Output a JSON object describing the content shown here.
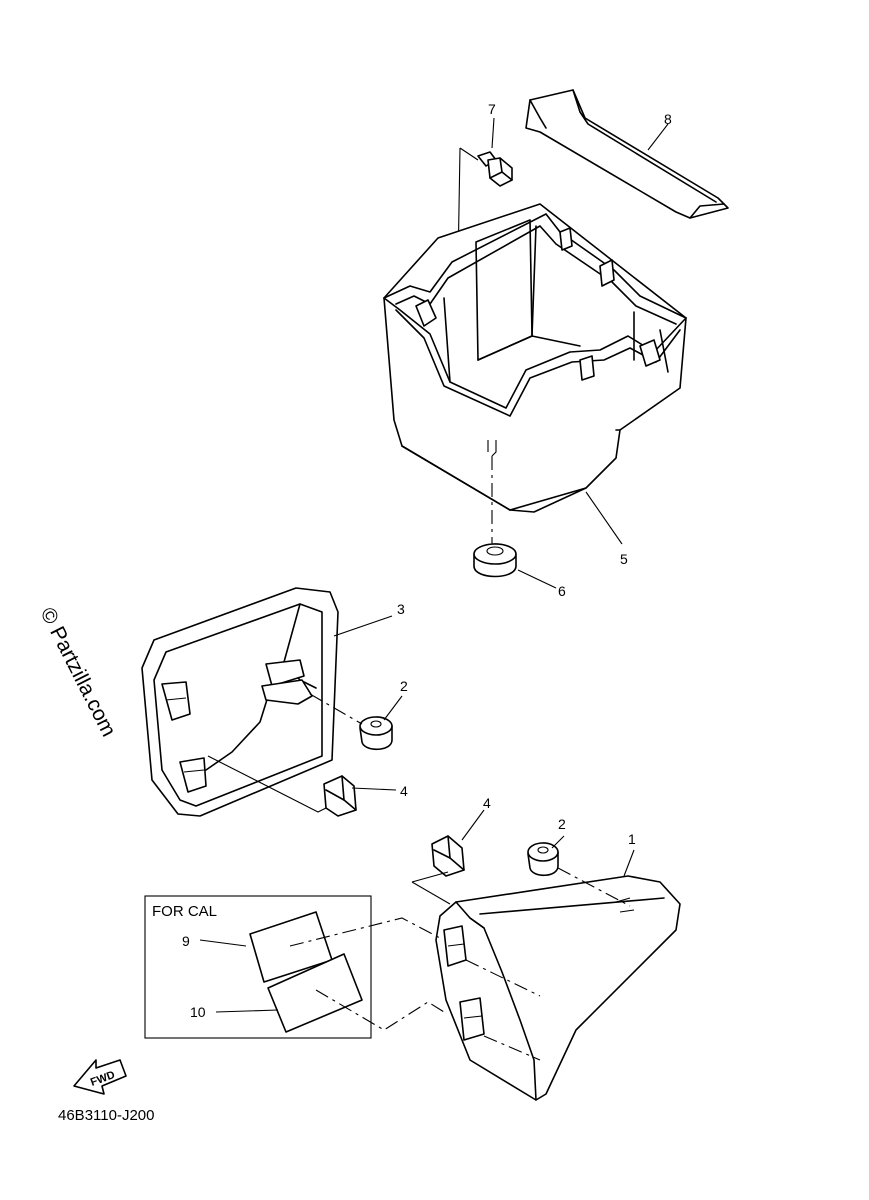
{
  "watermark": "© Partzilla.com",
  "box_label": "FOR CAL",
  "fwd_label": "FWD",
  "diagram_code": "46B3110-J200",
  "callouts": [
    "1",
    "2",
    "2",
    "3",
    "4",
    "4",
    "5",
    "6",
    "7",
    "8",
    "9",
    "10"
  ]
}
